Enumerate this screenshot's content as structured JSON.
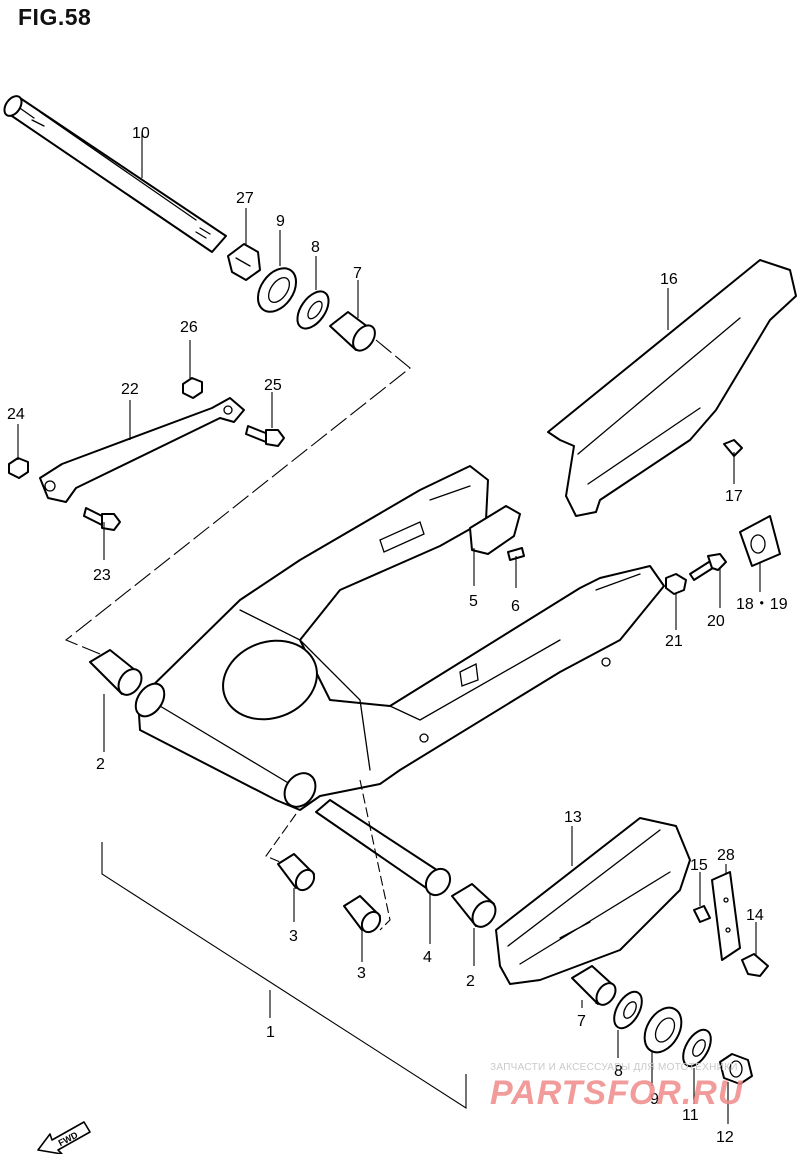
{
  "figure": {
    "title": "FIG.58"
  },
  "callouts": {
    "p1": "1",
    "p2a": "2",
    "p2b": "2",
    "p3a": "3",
    "p3b": "3",
    "p4": "4",
    "p5": "5",
    "p6": "6",
    "p7a": "7",
    "p7b": "7",
    "p8a": "8",
    "p8b": "8",
    "p9a": "9",
    "p9b": "9",
    "p10": "10",
    "p11": "11",
    "p12": "12",
    "p13": "13",
    "p14": "14",
    "p15": "15",
    "p16": "16",
    "p17": "17",
    "p1819": "18・19",
    "p20": "20",
    "p21": "21",
    "p22": "22",
    "p23": "23",
    "p24": "24",
    "p25": "25",
    "p26": "26",
    "p27": "27",
    "p28": "28"
  },
  "forward_marker": {
    "label": "FWD"
  },
  "watermark": {
    "caption": "ЗАПЧАСТИ И АКСЕССУАРЫ ДЛЯ МОТОТЕХНИКИ",
    "logo": "PARTSFOR.RU",
    "color": "#f08a8a"
  }
}
